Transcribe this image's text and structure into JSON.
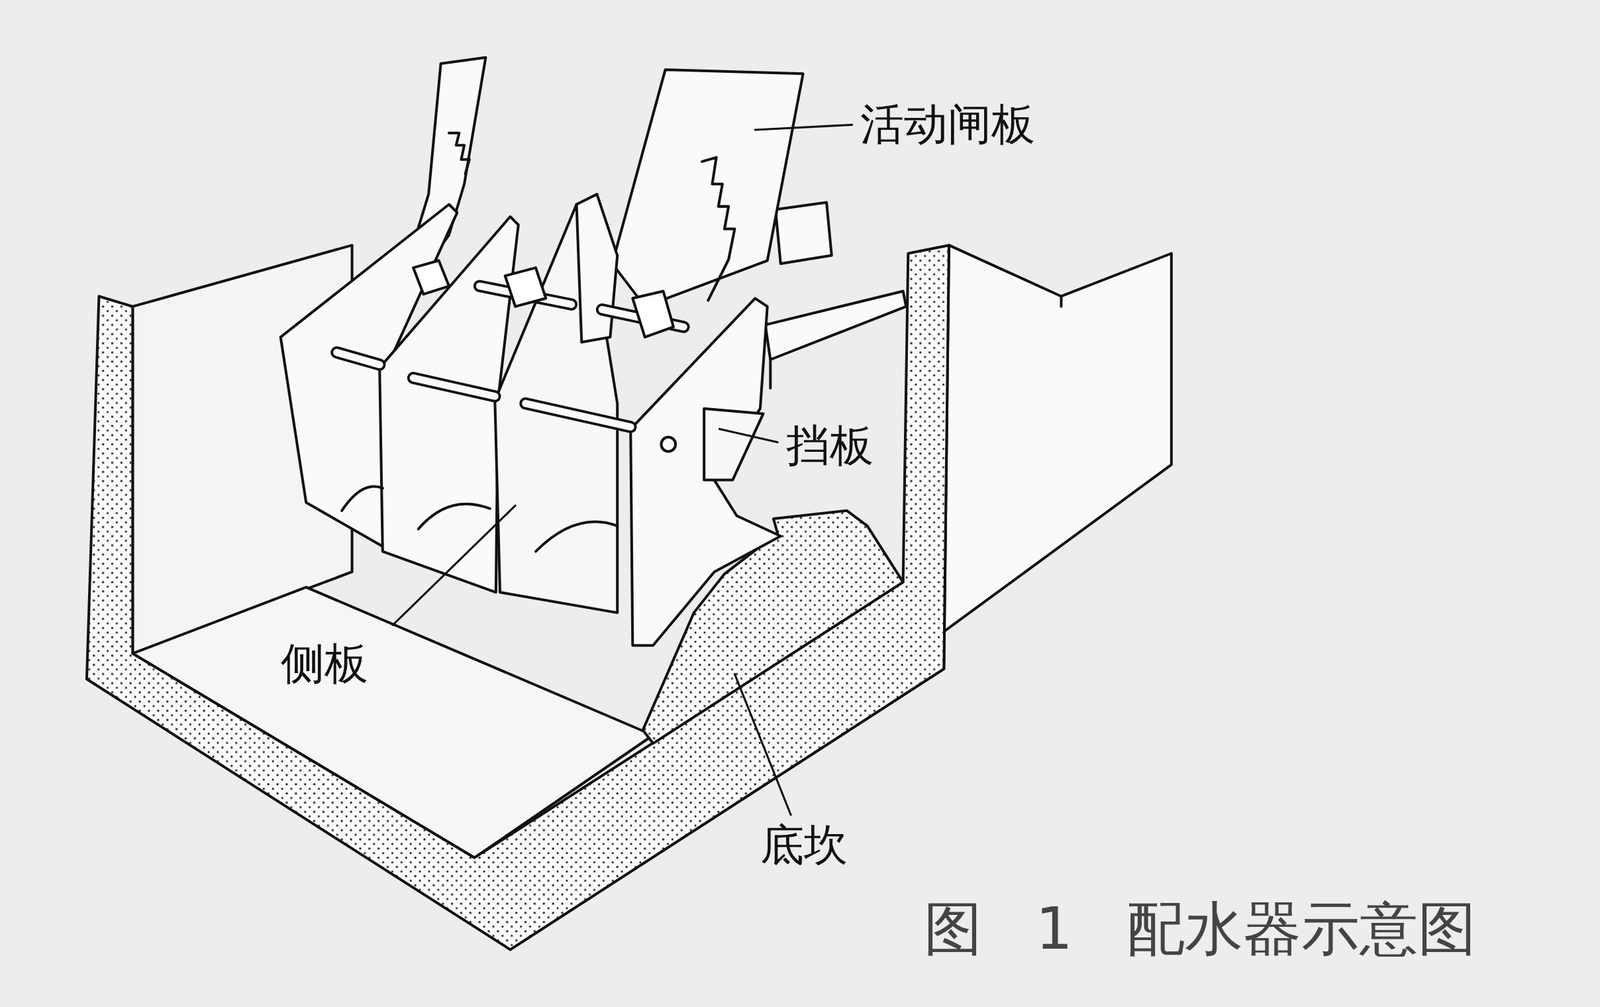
{
  "diagram": {
    "caption": "图 1 配水器示意图",
    "labels": [
      "活动闸板",
      "挡板",
      "侧板",
      "底坎"
    ]
  }
}
